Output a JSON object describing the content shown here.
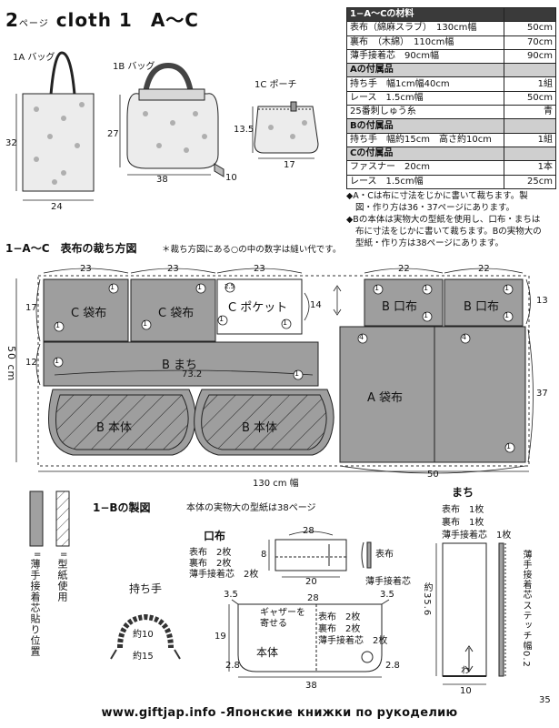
{
  "header": {
    "page_no": "2",
    "page_suffix": "ページ",
    "title": "cloth 1",
    "range": "A〜C"
  },
  "products": {
    "a": {
      "label": "1A バッグ",
      "width": "24",
      "height": "32"
    },
    "b": {
      "label": "1B バッグ",
      "width": "38",
      "height": "27",
      "depth": "10"
    },
    "c": {
      "label": "1C ポーチ",
      "width": "17",
      "height": "13.5"
    }
  },
  "materials": {
    "title": "1−A〜Cの材料",
    "rows": [
      {
        "type": "h",
        "name": "1−A〜Cの材料",
        "value": ""
      },
      {
        "type": "r",
        "name": "表布（綿麻スラブ）　130cm幅",
        "value": "50cm"
      },
      {
        "type": "r",
        "name": "裏布　（木綿）　110cm幅",
        "value": "70cm"
      },
      {
        "type": "r",
        "name": "薄手接着芯　90cm幅",
        "value": "90cm"
      },
      {
        "type": "s",
        "name": "Aの付属品",
        "value": ""
      },
      {
        "type": "r",
        "name": "持ち手　幅1cm幅40cm",
        "value": "1組"
      },
      {
        "type": "r",
        "name": "レース　1.5cm幅",
        "value": "50cm"
      },
      {
        "type": "r",
        "name": "25番刺しゅう糸",
        "value": "青"
      },
      {
        "type": "s",
        "name": "Bの付属品",
        "value": ""
      },
      {
        "type": "r",
        "name": "持ち手　幅約15cm　高さ約10cm",
        "value": "1組"
      },
      {
        "type": "s",
        "name": "Cの付属品",
        "value": ""
      },
      {
        "type": "r",
        "name": "ファスナー　20cm",
        "value": "1本"
      },
      {
        "type": "r",
        "name": "レース　1.5cm幅",
        "value": "25cm"
      }
    ],
    "notes": [
      "◆A・Cは布に寸法をじかに書いて裁ちます。製",
      "図・作り方は36・37ページにあります。",
      "◆Bの本体は実物大の型紙を使用し、口布・まちは",
      "布に寸法をじかに書いて裁ちます。Bの実物大の",
      "型紙・作り方は38ページにあります。"
    ]
  },
  "cutting": {
    "title": "1−A〜C　表布の裁ち方図",
    "note": "＊裁ち方図にある○の中の数字は縫い代です。",
    "pieces": {
      "c_bag": "C 袋布",
      "c_pocket": "C ポケット",
      "b_mouth": "B 口布",
      "b_gusset": "B まち",
      "b_body": "B 本体",
      "a_bag": "A 袋布"
    },
    "dims": {
      "w23": "23",
      "w22": "22",
      "h17": "17",
      "h14": "14",
      "h12": "12",
      "h13": "13",
      "h37": "37",
      "w73": "73.2",
      "height": "50 cm",
      "width": "130 cm 幅",
      "w50": "50"
    },
    "allowances": {
      "a1": "1",
      "a25": "2.5",
      "a4": "4"
    }
  },
  "figure": {
    "title": "1−Bの製図",
    "note": "本体の実物大の型紙は38ページ",
    "legend": {
      "interfacing": "薄手接着芯",
      "interfacing_b": "貼り位置",
      "paper": "型紙使用"
    },
    "handle": {
      "title": "持ち手",
      "w": "約10",
      "h": "約15"
    },
    "mouth": {
      "title": "口布",
      "l1": "表布　2枚",
      "l2": "裏布　2枚",
      "l3": "薄手接着芯　2枚",
      "w": "28",
      "inner": "20",
      "h": "8",
      "side1": "表布",
      "side2": "薄手接着芯"
    },
    "body": {
      "title": "本体",
      "gather": "ギャザーを寄せる",
      "l1": "表布　2枚",
      "l2": "裏布　2枚",
      "l3": "薄手接着芯　2枚",
      "w": "38",
      "h": "19",
      "t1": "3.5",
      "t2": "3.5",
      "c1": "2.8",
      "c2": "2.8",
      "top": "28"
    },
    "gusset": {
      "title": "まち",
      "l1": "表布　1枚",
      "l2": "裏布　1枚",
      "l3": "薄手接着芯　1枚",
      "len": "約35.6",
      "w": "10",
      "fold": "わ",
      "side": "薄手接着芯",
      "stitch": "ステッチ幅0.2"
    }
  },
  "footer": "www.giftjap.info -Японские книжки по рукоделию",
  "page_number": "35"
}
